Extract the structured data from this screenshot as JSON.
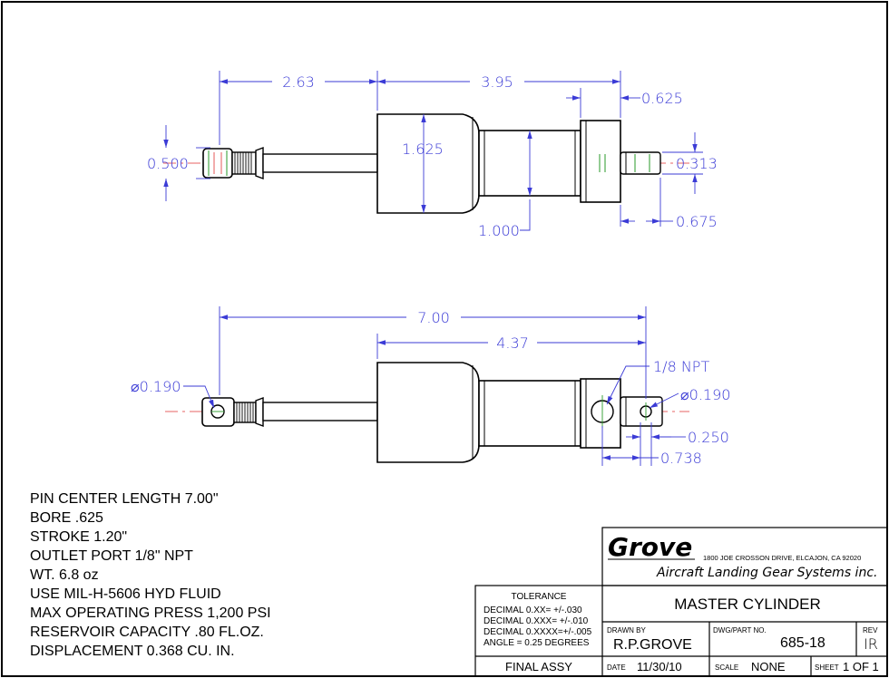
{
  "dimensions": {
    "top_view": {
      "d_2_63": "2.63",
      "d_3_95": "3.95",
      "d_0_625": "0.625",
      "d_0_500": "0.500",
      "d_1_625": "1.625",
      "d_0_313": "0.313",
      "d_1_000": "1.000",
      "d_0_675": "0.675"
    },
    "side_view": {
      "d_7_00": "7.00",
      "d_4_37": "4.37",
      "d_1_8_npt": "1/8 NPT",
      "d_dia_left": "⌀0.190",
      "d_dia_right": "⌀0.190",
      "d_0_250": "0.250",
      "d_0_738": "0.738"
    }
  },
  "specs": [
    "PIN CENTER LENGTH 7.00\"",
    "BORE .625",
    "STROKE 1.20\"",
    "OUTLET PORT 1/8\" NPT",
    "WT. 6.8 oz",
    "USE MIL-H-5606 HYD FLUID",
    "MAX OPERATING PRESS 1,200 PSI",
    "RESERVOIR CAPACITY .80 FL.OZ.",
    "DISPLACEMENT 0.368 CU. IN."
  ],
  "title_block": {
    "company_logo": "Grove",
    "address": "1800 JOE CROSSON DRIVE, ELCAJON, CA 92020",
    "company_name": "Aircraft Landing Gear Systems inc.",
    "tolerance_title": "TOLERANCE",
    "tolerances": [
      "DECIMAL 0.XX=  +/-.030",
      "DECIMAL 0.XXX= +/-.010",
      "DECIMAL 0.XXXX=+/-.005",
      "ANGLE = 0.25 DEGREES"
    ],
    "drawing_title": "MASTER CYLINDER",
    "drawn_by_label": "DRAWN  BY",
    "drawn_by": "R.P.GROVE",
    "part_no_label": "DWG/PART  NO.",
    "part_no": "685-18",
    "rev_label": "REV",
    "rev": "IR",
    "final_assy": "FINAL ASSY",
    "date_label": "DATE",
    "date": "11/30/10",
    "scale_label": "SCALE",
    "scale": "NONE",
    "sheet_label": "SHEET",
    "sheet": "1 OF 1"
  }
}
